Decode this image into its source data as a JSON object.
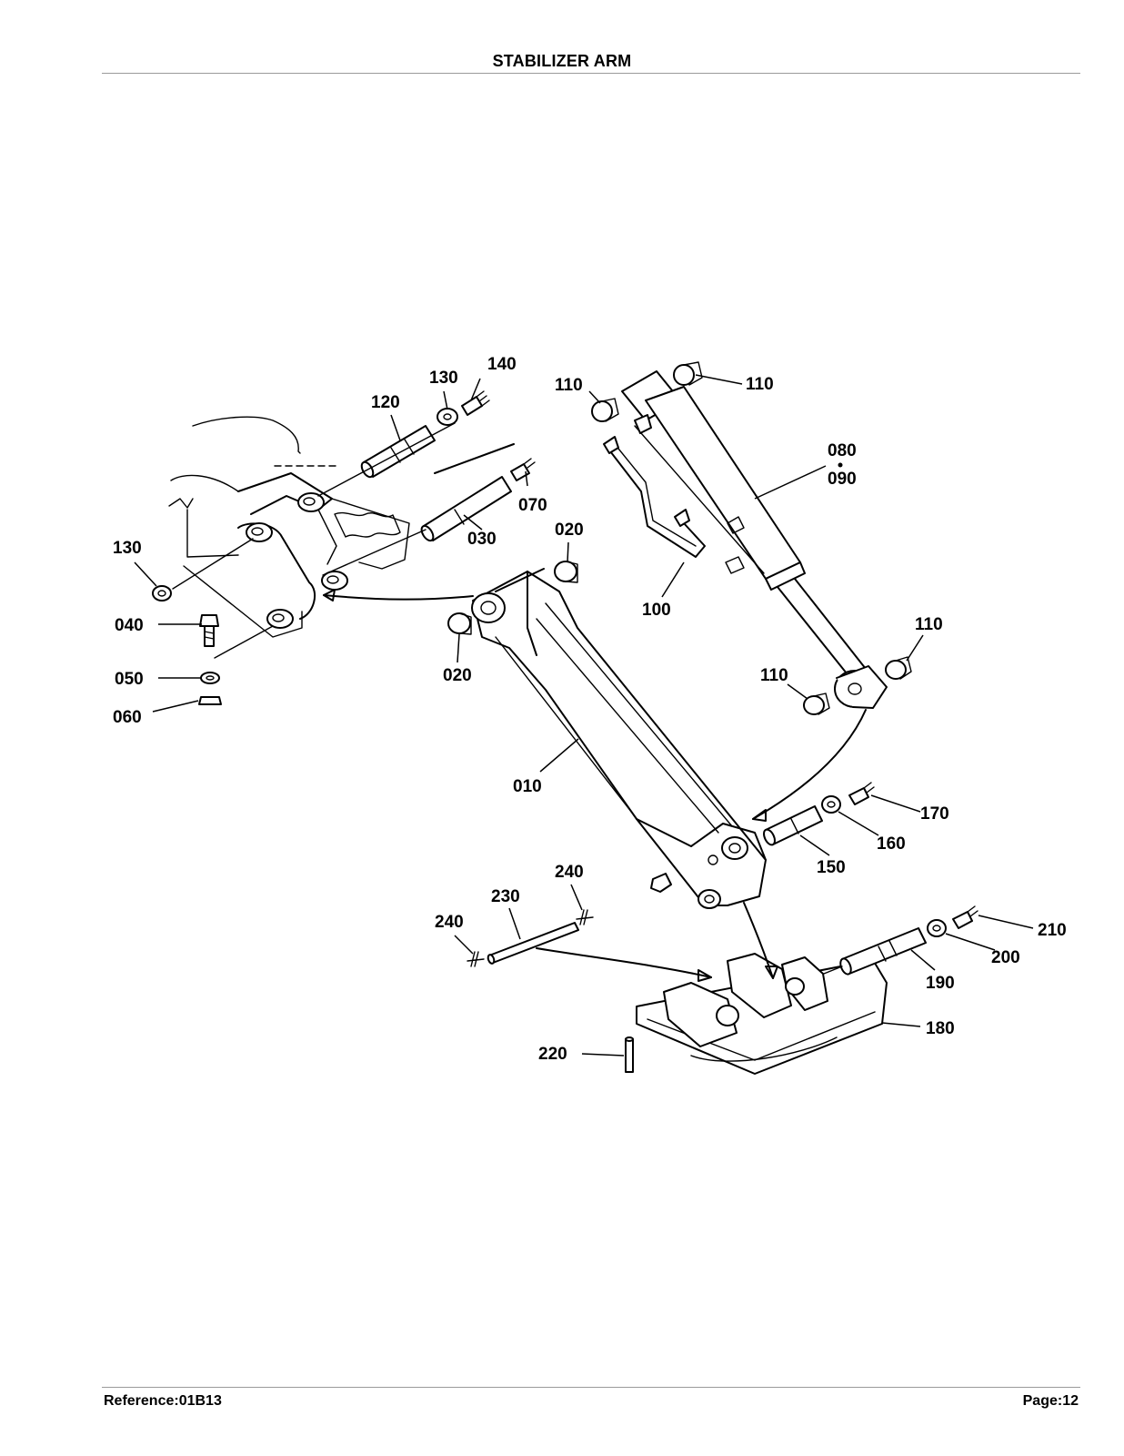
{
  "header": {
    "title": "STABILIZER ARM"
  },
  "footer": {
    "reference": "Reference:01B13",
    "page": "Page:12"
  },
  "callouts": {
    "c140": "140",
    "c130a": "130",
    "c120": "120",
    "c110a": "110",
    "c110b": "110",
    "c080": "080",
    "c090": "090",
    "c070": "070",
    "c030": "030",
    "c020a": "020",
    "c130b": "130",
    "c040": "040",
    "c050": "050",
    "c060": "060",
    "c020b": "020",
    "c100": "100",
    "c110c": "110",
    "c110d": "110",
    "c010": "010",
    "c170": "170",
    "c160": "160",
    "c150": "150",
    "c240a": "240",
    "c230": "230",
    "c240b": "240",
    "c210": "210",
    "c200": "200",
    "c190": "190",
    "c180": "180",
    "c220": "220"
  }
}
